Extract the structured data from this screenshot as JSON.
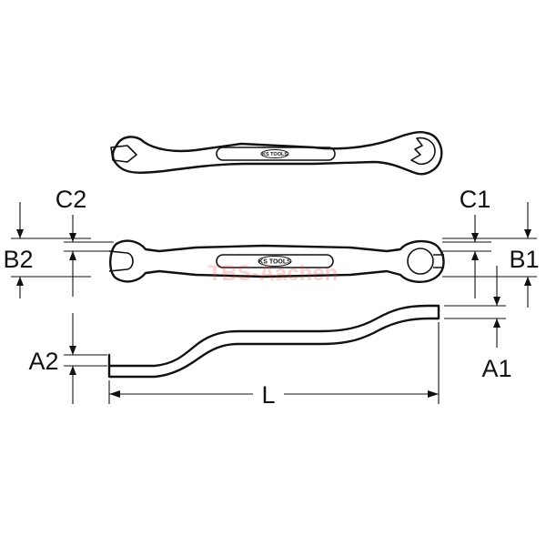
{
  "labels": {
    "c2": "C2",
    "c1": "C1",
    "b2": "B2",
    "b1": "B1",
    "a2": "A2",
    "a1": "A1",
    "l": "L"
  },
  "brand_logo": "KS TOOLS",
  "watermark": "TBS-Aachen",
  "colors": {
    "line": "#111111",
    "background": "#ffffff",
    "watermark": "#e53935"
  }
}
